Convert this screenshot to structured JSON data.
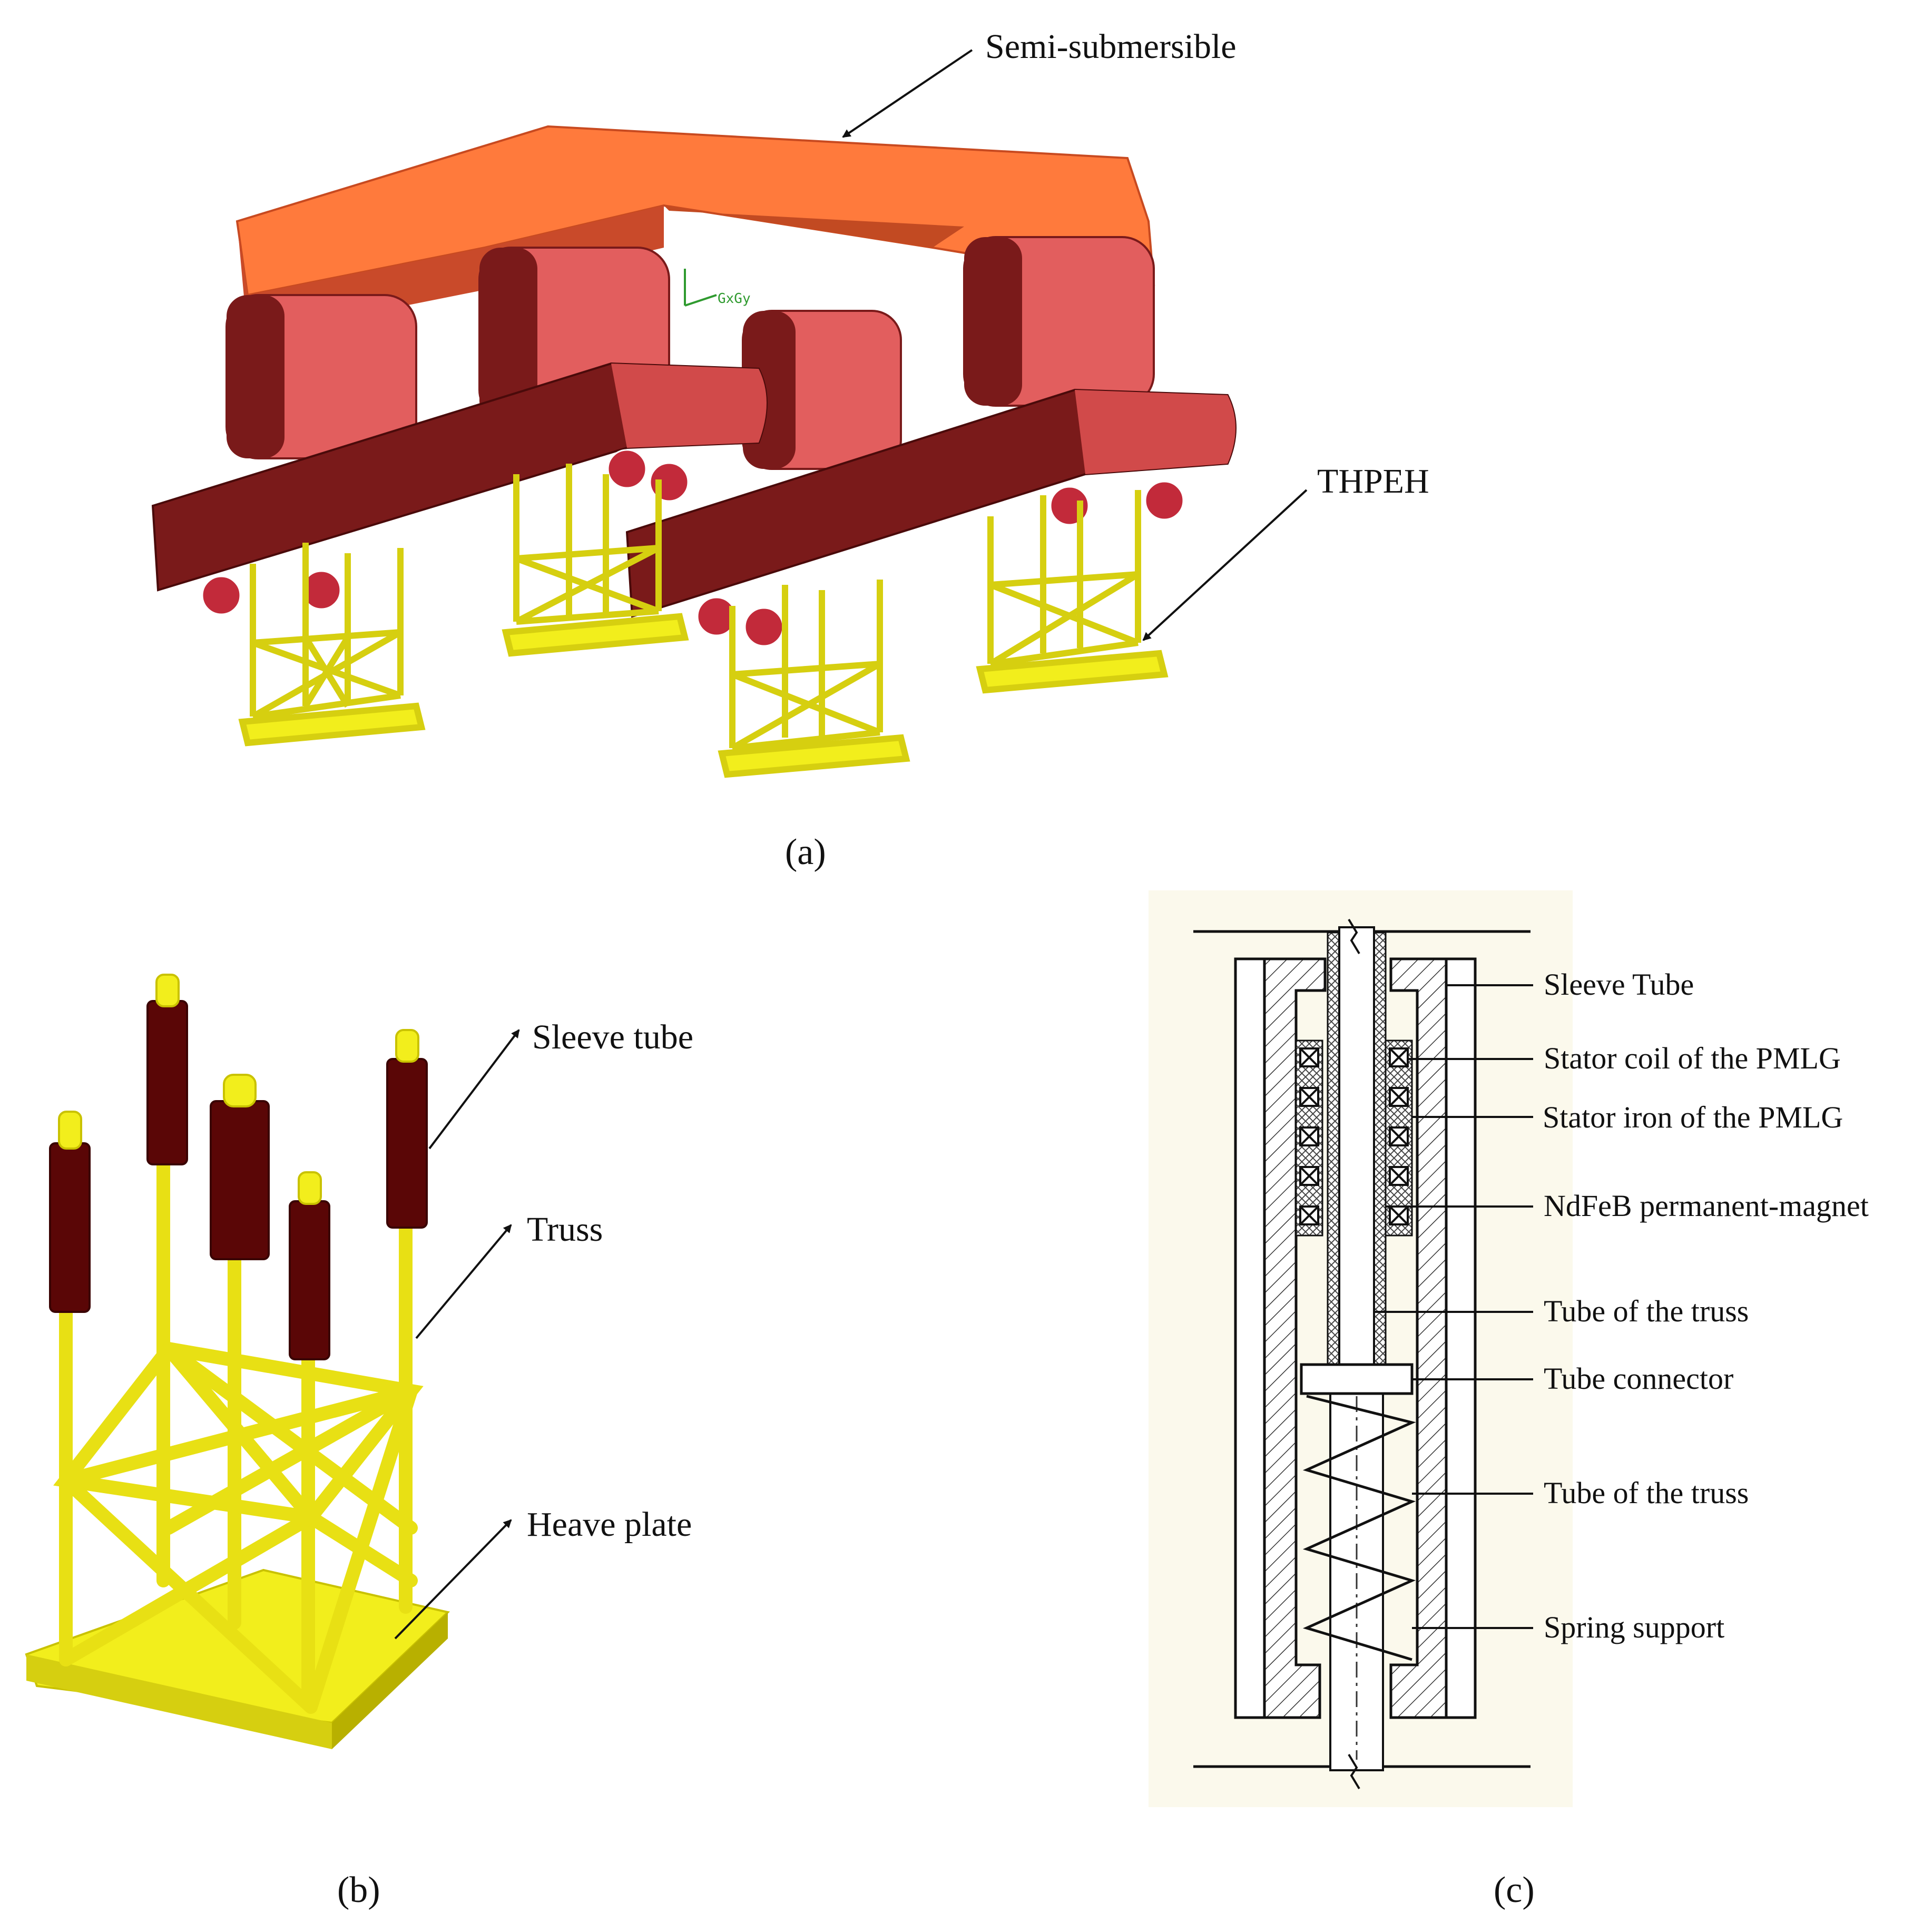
{
  "panel_a": {
    "caption": "(a)",
    "labels": {
      "semi_submersible": "Semi-submersible",
      "thpeh": "THPEH"
    },
    "axis_triad": "GxGy"
  },
  "panel_b": {
    "caption": "(b)",
    "labels": {
      "sleeve_tube": "Sleeve tube",
      "truss": "Truss",
      "heave_plate": "Heave plate"
    }
  },
  "panel_c": {
    "caption": "(c)",
    "labels": {
      "sleeve_tube": "Sleeve Tube",
      "stator_coil": "Stator coil of the PMLG",
      "stator_iron": "Stator iron of the PMLG",
      "magnet": "NdFeB permanent-magnet",
      "tube_truss_1": "Tube of the truss",
      "tube_connector": "Tube connector",
      "tube_truss_2": "Tube of the truss",
      "spring_support": "Spring support"
    }
  },
  "colors": {
    "hull_top": "#ff7a3c",
    "hull_side": "#d95536",
    "pontoon": "#7a1a1a",
    "column": "#e35c5c",
    "truss": "#f2ee1c",
    "sleeve": "#5a0606",
    "drawing_bg": "#fbf9ec"
  }
}
